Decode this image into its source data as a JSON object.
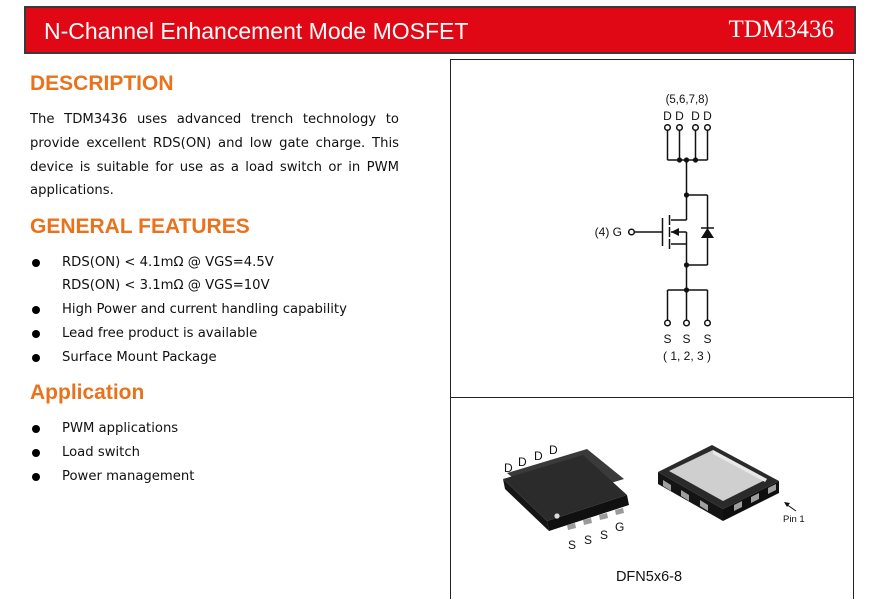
{
  "header": {
    "title": "N-Channel Enhancement Mode MOSFET",
    "part_number": "TDM3436",
    "colors": {
      "background": "#e00814",
      "text": "#ffffff"
    }
  },
  "accent_color": "#e8731c",
  "description": {
    "heading": "DESCRIPTION",
    "lines": [
      "The TDM3436 uses advanced trench technology to",
      "provide excellent RDS(ON) and low gate charge. This",
      "device is suitable for use as a load switch or in   PWM",
      "applications."
    ]
  },
  "features": {
    "heading": "GENERAL FEATURES",
    "items": [
      "RDS(ON) < 4.1mΩ @ VGS=4.5V",
      "RDS(ON) < 3.1mΩ @ VGS=10V",
      "High Power and current handling capability",
      "Lead free product is available",
      "Surface Mount Package"
    ]
  },
  "application": {
    "heading": "Application",
    "items": [
      "PWM applications",
      "Load switch",
      "Power management"
    ]
  },
  "schematic": {
    "drain_pins": "(5,6,7,8)",
    "drain_labels": [
      "D",
      "D",
      "D",
      "D"
    ],
    "gate_label": "(4) G",
    "source_labels": [
      "S",
      "S",
      "S"
    ],
    "source_pins": "( 1, 2, 3 )"
  },
  "package": {
    "top_drain_labels": [
      "D",
      "D",
      "D",
      "D"
    ],
    "bottom_labels": [
      "S",
      "S",
      "S",
      "G"
    ],
    "pin1_label": "Pin 1",
    "name": "DFN5x6-8"
  }
}
